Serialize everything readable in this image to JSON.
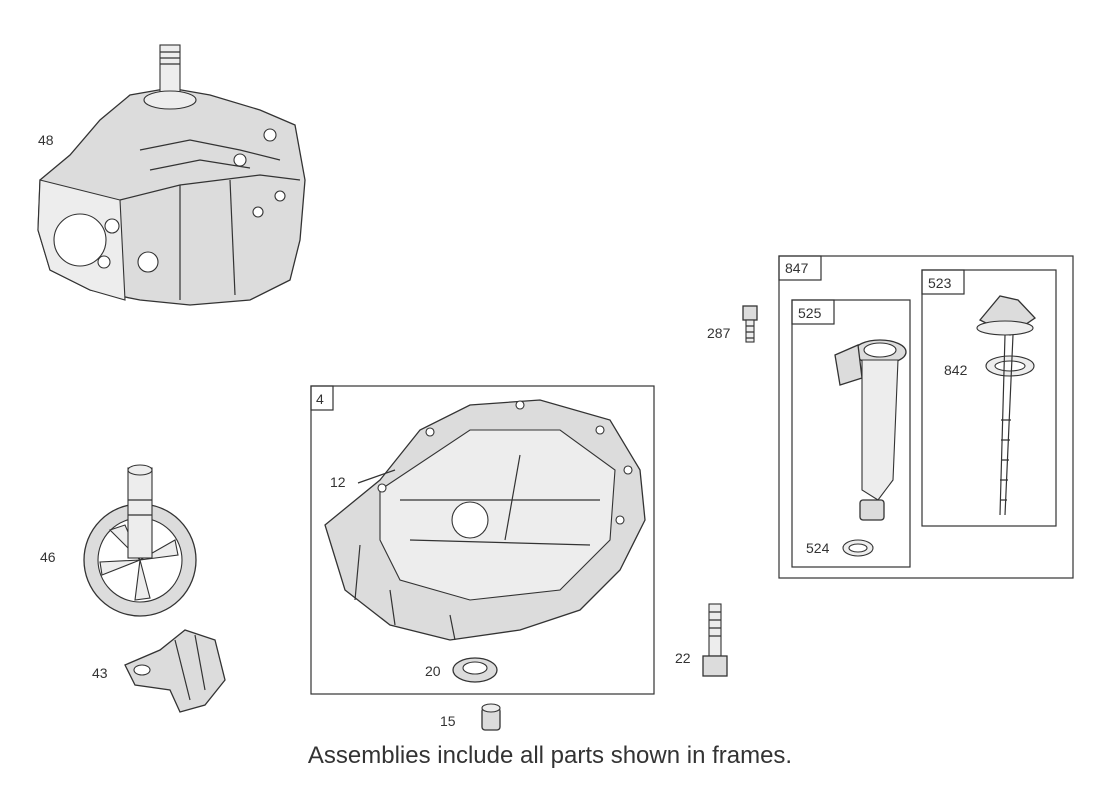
{
  "caption": "Assemblies include all parts shown in frames.",
  "frames": {
    "f4": "4",
    "f847": "847",
    "f523": "523",
    "f525": "525"
  },
  "parts": {
    "p48": "48",
    "p46": "46",
    "p43": "43",
    "p287": "287",
    "p12": "12",
    "p20": "20",
    "p15": "15",
    "p22": "22",
    "p524": "524",
    "p842": "842"
  }
}
